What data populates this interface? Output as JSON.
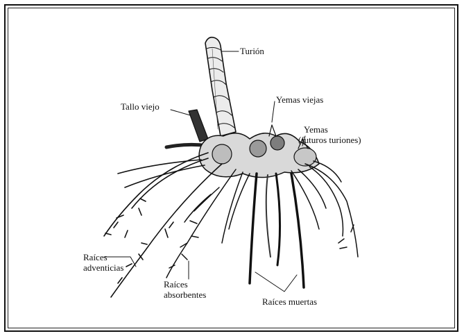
{
  "labels": {
    "turion": "Turión",
    "tallo_viejo": "Tallo viejo",
    "yemas_viejas": "Yemas viejas",
    "yemas_line1": "Yemas",
    "yemas_line2": "(futuros turiones)",
    "raices_adv_line1": "Raíces",
    "raices_adv_line2": "adventicias",
    "raices_abs_line1": "Raíces",
    "raices_abs_line2": "absorbentes",
    "raices_muertas": "Raíces muertas"
  },
  "colors": {
    "ink": "#111111",
    "paper": "#ffffff"
  }
}
